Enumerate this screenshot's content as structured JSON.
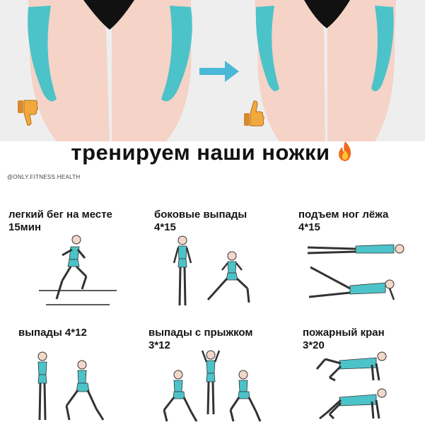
{
  "title": "тренируем наши ножки",
  "handle": "@ONLY.FITNESS.HEALTH",
  "colors": {
    "skin": "#f5d3c7",
    "accent": "#4cc3c8",
    "arrow": "#4ab8d6",
    "dark": "#111111"
  },
  "icons": {
    "before": "thumbs-down-icon",
    "after": "thumbs-up-icon",
    "arrow": "arrow-right-icon",
    "fire": "fire-icon"
  },
  "exercises": [
    {
      "name": "легкий бег на месте",
      "reps": "15мин"
    },
    {
      "name": "боковые выпады",
      "reps": "4*15"
    },
    {
      "name": "подъем ног лёжа",
      "reps": "4*15"
    },
    {
      "name": "выпады 4*12",
      "reps": ""
    },
    {
      "name": "выпады с прыжком",
      "reps": "3*12"
    },
    {
      "name": "пожарный кран",
      "reps": "3*20"
    }
  ]
}
